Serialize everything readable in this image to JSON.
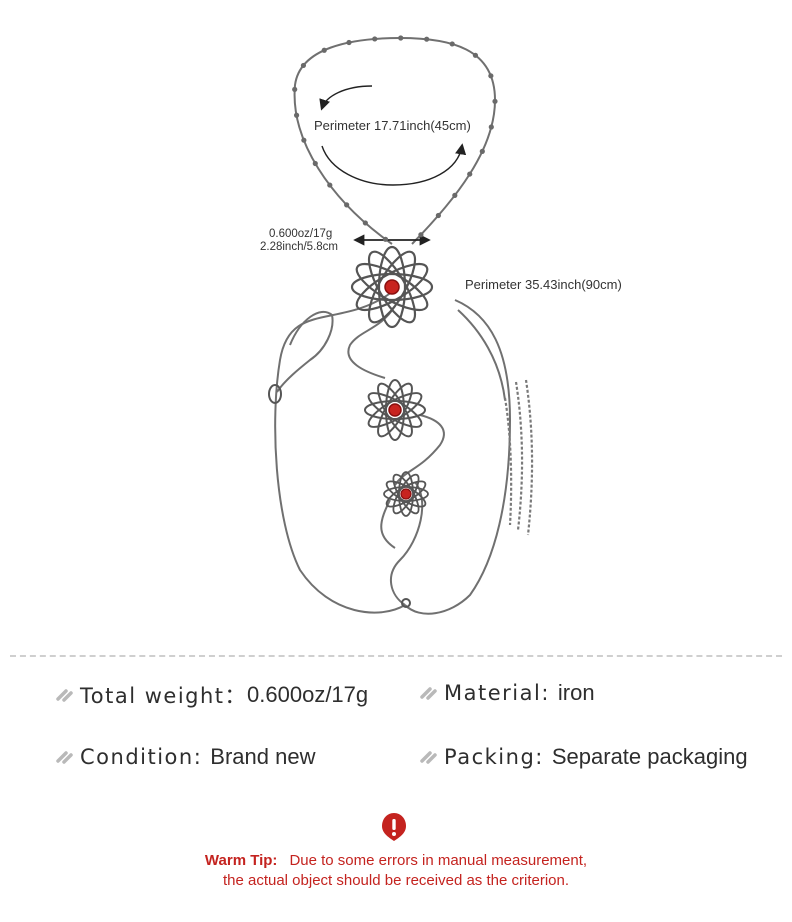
{
  "colors": {
    "accent": "#c4231f",
    "chain": "#6a6a6a",
    "gem": "#c8231f",
    "text": "#2e2e2e"
  },
  "figure": {
    "neck_perimeter": "Perimeter 17.71inch(45cm)",
    "pendant_weight": "0.600oz/17g",
    "pendant_width": "2.28inch/5.8cm",
    "body_perimeter": "Perimeter 35.43inch(90cm)"
  },
  "specs": {
    "weight_label": "Total weight：",
    "weight_value": "0.600oz/17g",
    "material_label": "Material:",
    "material_value": "iron",
    "condition_label": "Condition:",
    "condition_value": "Brand new",
    "packing_label": "Packing:",
    "packing_value": "Separate packaging",
    "bullet_icon": "double-leaf-bullet-icon"
  },
  "warning": {
    "icon": "exclamation-icon",
    "label": "Warm Tip:",
    "line1": "Due to some errors in manual measurement,",
    "line2": "the actual object should be received as the criterion."
  }
}
